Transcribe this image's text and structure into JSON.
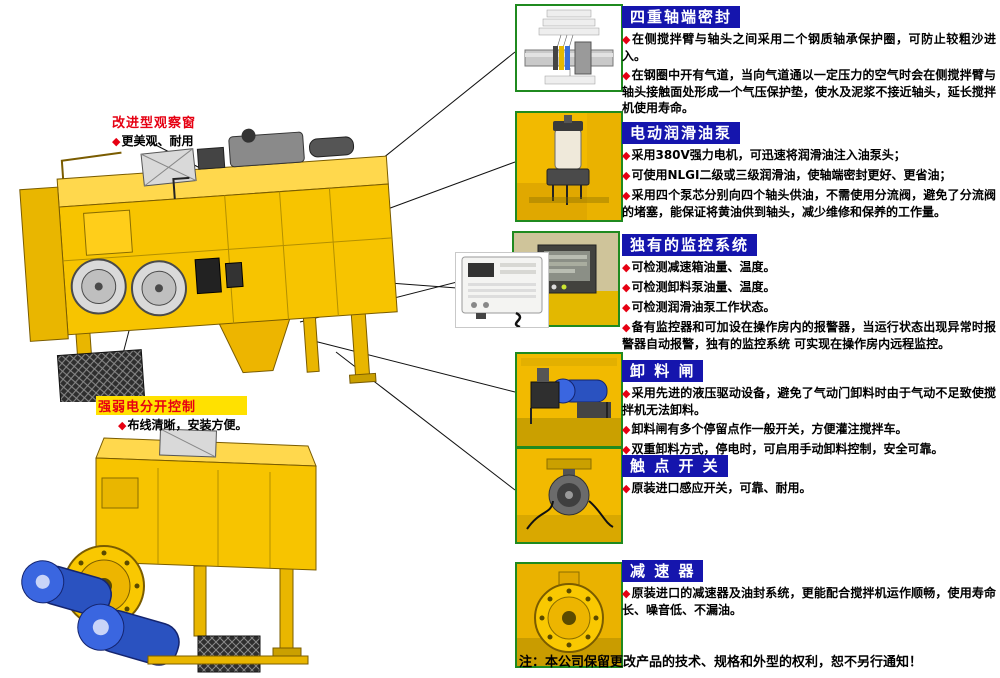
{
  "colors": {
    "header_bg": "#1515ad",
    "bullet_diamond": "#e60012",
    "machine_yellow": "#f7c400",
    "motor_blue": "#2a52c0",
    "thumb_border_green": "#1f8a1f"
  },
  "left_callouts": [
    {
      "title": "改进型观察窗",
      "bullet": "更美观、耐用"
    },
    {
      "title": "强弱电分开控制",
      "bullet": "布线清晰，安装方便。"
    }
  ],
  "sections": [
    {
      "title": "四重轴端密封",
      "bullets": [
        "在侧搅拌臂与轴头之间采用二个钢质轴承保护圈，可防止较粗沙进入。",
        "在钢圈中开有气道，当向气道通以一定压力的空气时会在侧搅拌臂与轴头接触面处形成一个气压保护垫，使水及泥浆不接近轴头，延长搅拌机使用寿命。"
      ]
    },
    {
      "title": "电动润滑油泵",
      "bullets": [
        "采用380V强力电机，可迅速将润滑油注入油泵头；",
        "可使用NLGI二级或三级润滑油，使轴端密封更好、更省油；",
        "采用四个泵芯分别向四个轴头供油，不需使用分流阀，避免了分流阀的堵塞，能保证将黄油供到轴头，减少维修和保养的工作量。"
      ]
    },
    {
      "title": "独有的监控系统",
      "bullets": [
        "可检测减速箱油量、温度。",
        "可检测卸料泵油量、温度。",
        "可检测润滑油泵工作状态。",
        "备有监控器和可加设在操作房内的报警器，当运行状态出现异常时报警器自动报警，独有的监控系统 可实现在操作房内远程监控。"
      ]
    },
    {
      "title": "卸 料 闸",
      "bullets": [
        "采用先进的液压驱动设备，避免了气动门卸料时由于气动不足致使搅拌机无法卸料。",
        "卸料闸有多个停留点作一般开关，方便灌注搅拌车。",
        "双重卸料方式，停电时，可启用手动卸料控制，安全可靠。"
      ]
    },
    {
      "title": "触 点 开 关",
      "bullets": [
        "原装进口感应开关，可靠、耐用。"
      ]
    },
    {
      "title": "减 速 器",
      "bullets": [
        "原装进口的减速器及油封系统，更能配合搅拌机运作顺畅，使用寿命长、噪音低、不漏油。"
      ]
    }
  ],
  "footer": {
    "note": "注：本公司保留更改产品的技术、规格和外型的权利，恕不另行通知！"
  }
}
